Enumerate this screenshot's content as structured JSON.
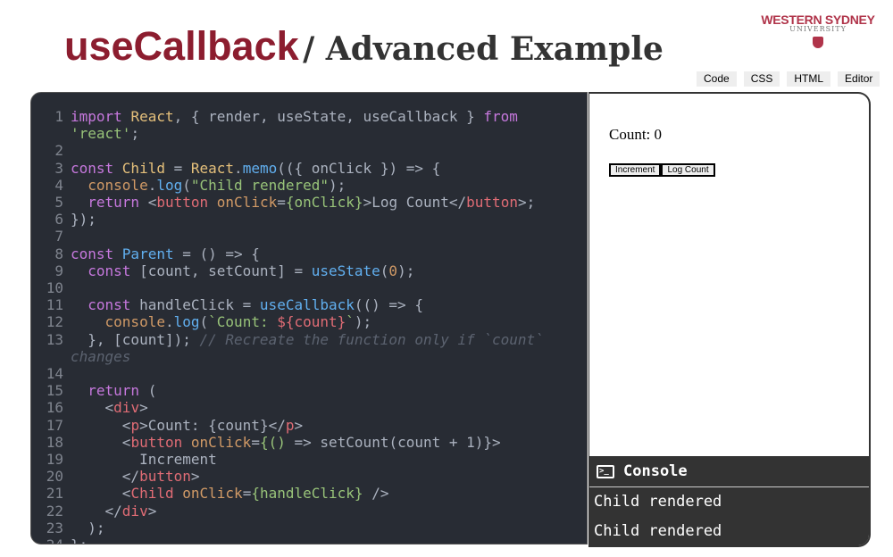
{
  "header": {
    "title_main": "useCallback",
    "title_sub": "/ Advanced Example"
  },
  "logo": {
    "line1": "WESTERN SYDNEY",
    "line2": "UNIVERSITY"
  },
  "tabs": [
    "Code",
    "CSS",
    "HTML",
    "Editor"
  ],
  "editor": {
    "lines": [
      [
        [
          "kw",
          "import "
        ],
        [
          "cls",
          "React"
        ],
        [
          "",
          ", { render, useState, useCallback } "
        ],
        [
          "kw",
          "from"
        ],
        [
          "",
          " "
        ],
        [
          "str",
          "'react'"
        ],
        [
          "",
          ";"
        ]
      ],
      [],
      [
        [
          "kw",
          "const "
        ],
        [
          "cls",
          "Child"
        ],
        [
          "",
          " = "
        ],
        [
          "cls",
          "React"
        ],
        [
          "",
          "."
        ],
        [
          "fn",
          "memo"
        ],
        [
          "",
          "(({ onClick }) => {"
        ]
      ],
      [
        [
          "",
          "  "
        ],
        [
          "attr",
          "console"
        ],
        [
          "",
          "."
        ],
        [
          "fn",
          "log"
        ],
        [
          "",
          "("
        ],
        [
          "str",
          "\"Child rendered\""
        ],
        [
          "",
          ");"
        ]
      ],
      [
        [
          "",
          "  "
        ],
        [
          "kw",
          "return "
        ],
        [
          "",
          "<"
        ],
        [
          "tag",
          "button"
        ],
        [
          "",
          " "
        ],
        [
          "attr",
          "onClick"
        ],
        [
          "",
          "="
        ],
        [
          "str",
          "{onClick}"
        ],
        [
          "",
          ">Log Count</"
        ],
        [
          "tag",
          "button"
        ],
        [
          "",
          ">;"
        ]
      ],
      [
        [
          "",
          "});"
        ]
      ],
      [],
      [
        [
          "kw",
          "const "
        ],
        [
          "fn",
          "Parent"
        ],
        [
          "",
          " = () => {"
        ]
      ],
      [
        [
          "",
          "  "
        ],
        [
          "kw",
          "const "
        ],
        [
          "",
          "[count, setCount] = "
        ],
        [
          "fn",
          "useState"
        ],
        [
          "",
          "("
        ],
        [
          "num",
          "0"
        ],
        [
          "",
          ");"
        ]
      ],
      [],
      [
        [
          "",
          "  "
        ],
        [
          "kw",
          "const "
        ],
        [
          "",
          "handleClick = "
        ],
        [
          "fn",
          "useCallback"
        ],
        [
          "",
          "(() => {"
        ]
      ],
      [
        [
          "",
          "    "
        ],
        [
          "attr",
          "console"
        ],
        [
          "",
          "."
        ],
        [
          "fn",
          "log"
        ],
        [
          "",
          "("
        ],
        [
          "str",
          "`Count: "
        ],
        [
          "tag",
          "${count}"
        ],
        [
          "str",
          "`"
        ],
        [
          "",
          ");"
        ]
      ],
      [
        [
          "",
          "  }, [count]); "
        ],
        [
          "cm",
          "// Recreate the function only if `count` changes"
        ]
      ],
      [],
      [
        [
          "",
          "  "
        ],
        [
          "kw",
          "return"
        ],
        [
          "",
          " ("
        ]
      ],
      [
        [
          "",
          "    <"
        ],
        [
          "tag",
          "div"
        ],
        [
          "",
          ">"
        ]
      ],
      [
        [
          "",
          "      <"
        ],
        [
          "tag",
          "p"
        ],
        [
          "",
          ">Count: {count}</"
        ],
        [
          "tag",
          "p"
        ],
        [
          "",
          ">"
        ]
      ],
      [
        [
          "",
          "      <"
        ],
        [
          "tag",
          "button"
        ],
        [
          "",
          " "
        ],
        [
          "attr",
          "onClick"
        ],
        [
          "",
          "="
        ],
        [
          "str",
          "{()"
        ],
        [
          "",
          " => setCount(count + 1)}>"
        ]
      ],
      [
        [
          "",
          "        Increment"
        ]
      ],
      [
        [
          "",
          "      </"
        ],
        [
          "tag",
          "button"
        ],
        [
          "",
          ">"
        ]
      ],
      [
        [
          "",
          "      <"
        ],
        [
          "tag",
          "Child"
        ],
        [
          "",
          " "
        ],
        [
          "attr",
          "onClick"
        ],
        [
          "",
          "="
        ],
        [
          "str",
          "{handleClick}"
        ],
        [
          "",
          " />"
        ]
      ],
      [
        [
          "",
          "    </"
        ],
        [
          "tag",
          "div"
        ],
        [
          "",
          ">"
        ]
      ],
      [
        [
          "",
          "  );"
        ]
      ],
      [
        [
          "",
          "};"
        ]
      ]
    ]
  },
  "preview": {
    "count_text": "Count: 0",
    "increment_label": "Increment",
    "log_count_label": "Log Count"
  },
  "console": {
    "title": "Console",
    "icon": "terminal-icon",
    "logs": [
      "Child rendered",
      "Child rendered"
    ]
  }
}
